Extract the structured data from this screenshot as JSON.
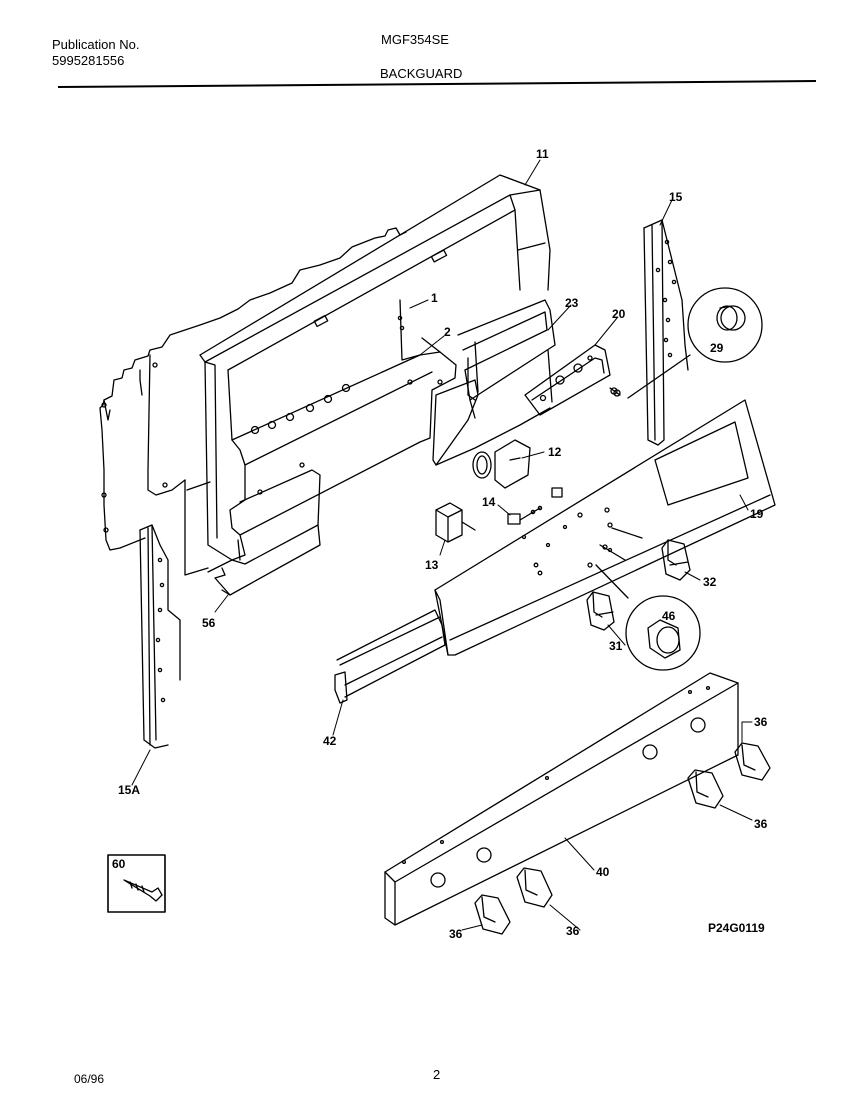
{
  "header": {
    "publication_label": "Publication No.",
    "publication_number": "5995281556",
    "model": "MGF354SE",
    "section": "BACKGUARD"
  },
  "callouts": {
    "p11": "11",
    "p15": "15",
    "p1": "1",
    "p2": "2",
    "p23": "23",
    "p20": "20",
    "p29": "29",
    "p12": "12",
    "p19": "19",
    "p14": "14",
    "p13": "13",
    "p32": "32",
    "p56": "56",
    "p46": "46",
    "p31": "31",
    "p42": "42",
    "p36a": "36",
    "p36b": "36",
    "p36c": "36",
    "p36d": "36",
    "p15a": "15A",
    "p40": "40",
    "p60": "60"
  },
  "reference_code": "P24G0119",
  "footer": {
    "date": "06/96",
    "page": "2"
  }
}
